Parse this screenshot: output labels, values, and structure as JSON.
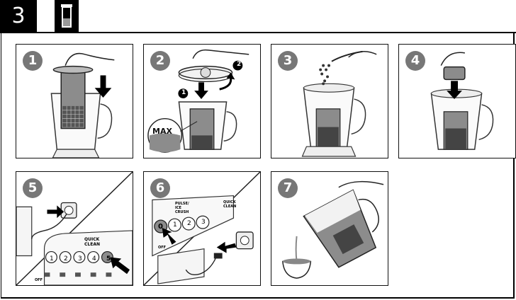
{
  "header": {
    "step_number": "3"
  },
  "badges": [
    "1",
    "2",
    "3",
    "4",
    "5",
    "6",
    "7"
  ],
  "panel2": {
    "callout_max": "MAX",
    "sub1": "1",
    "sub2": "2"
  },
  "panel5": {
    "quick_clean": "QUICK CLEAN",
    "buttons": [
      "1",
      "2",
      "3",
      "4",
      "5"
    ],
    "off": "OFF"
  },
  "panel6": {
    "pulse_label": "PULSE/ ICE CRUSH",
    "quick_clean": "QUICK CLEAN",
    "buttons": [
      "0",
      "1",
      "2",
      "3"
    ],
    "off": "OFF"
  },
  "colors": {
    "badge": "#777777",
    "ink": "#000000",
    "grey_fill": "#8c8c8c",
    "light_fill": "#d9d9d9"
  }
}
